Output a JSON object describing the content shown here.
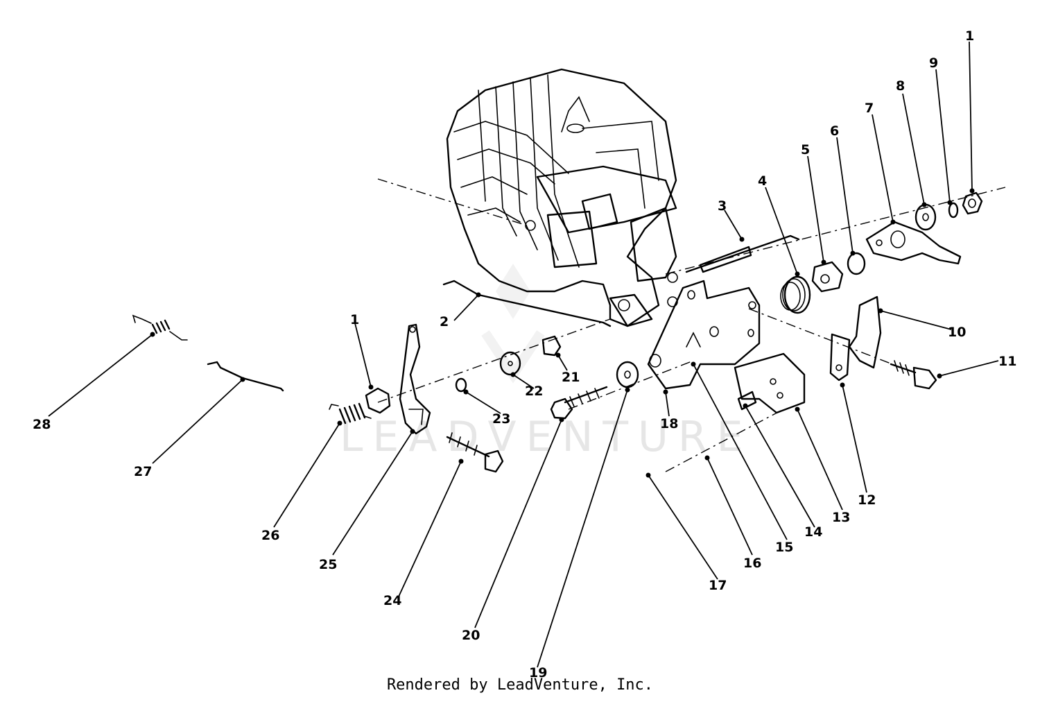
{
  "watermark": "LEADVENTURE",
  "credit": "Rendered by LeadVenture, Inc.",
  "callouts": {
    "c1a": "1",
    "c1b": "1",
    "c2": "2",
    "c3": "3",
    "c4": "4",
    "c5": "5",
    "c6": "6",
    "c7": "7",
    "c8": "8",
    "c9": "9",
    "c10": "10",
    "c11": "11",
    "c12": "12",
    "c13": "13",
    "c14": "14",
    "c15": "15",
    "c16": "16",
    "c17": "17",
    "c18": "18",
    "c19": "19",
    "c20": "20",
    "c21": "21",
    "c22": "22",
    "c23": "23",
    "c24": "24",
    "c25": "25",
    "c26": "26",
    "c27": "27",
    "c28": "28"
  }
}
